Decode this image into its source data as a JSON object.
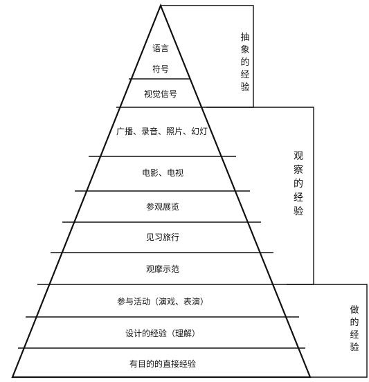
{
  "levels": [
    {
      "label": "语言"
    },
    {
      "label": "符号"
    },
    {
      "label": "视觉信号"
    },
    {
      "label": "广播、录音、照片、幻灯"
    },
    {
      "label": "电影、电视"
    },
    {
      "label": "参观展览"
    },
    {
      "label": "见习旅行"
    },
    {
      "label": "观摩示范"
    },
    {
      "label": "参与活动（演戏、表演）"
    },
    {
      "label": "设计的经验（理解）"
    },
    {
      "label": "有目的的直接经验"
    }
  ],
  "groups": [
    {
      "label": "抽象的经验"
    },
    {
      "label": "观察的经验"
    },
    {
      "label": "做的经验"
    }
  ]
}
